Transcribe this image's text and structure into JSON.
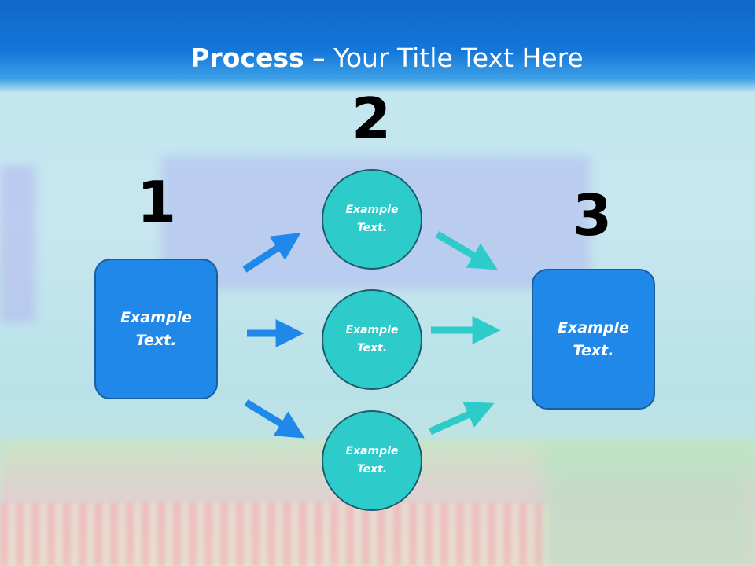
{
  "title": {
    "bold": "Process",
    "rest": " – Your Title Text Here"
  },
  "steps": {
    "one": "1",
    "two": "2",
    "three": "3"
  },
  "boxes": {
    "left": "Example\nText.",
    "right": "Example\nText."
  },
  "circles": [
    "Example\nText.",
    "Example\nText.",
    "Example\nText."
  ],
  "colors": {
    "box_fill": "#2088e8",
    "circle_fill": "#2ecbcb",
    "arrow_blue": "#2088e8",
    "arrow_teal": "#2ecbcb",
    "title_bar": "#1067c8"
  }
}
